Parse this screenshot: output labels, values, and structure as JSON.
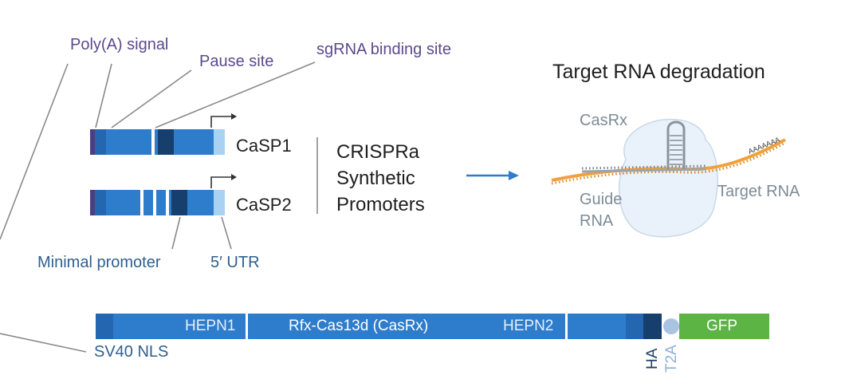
{
  "labels": {
    "polya": "Poly(A) signal",
    "pause": "Pause site",
    "sgrna_site": "sgRNA binding site",
    "minimal_promoter": "Minimal promoter",
    "utr": "5′ UTR",
    "casp1": "CaSP1",
    "casp2": "CaSP2",
    "crispra_line1": "CRISPRa",
    "crispra_line2": "Synthetic",
    "crispra_line3": "Promoters",
    "target_title": "Target RNA degradation",
    "casrx": "CasRx",
    "guide_line1": "Guide",
    "guide_line2": "RNA",
    "target_rna": "Target RNA",
    "polya_tail": "AAAAAAA"
  },
  "construct": {
    "hepn1": "HEPN1",
    "name": "Rfx-Cas13d (CasRx)",
    "hepn2": "HEPN2",
    "gfp": "GFP",
    "ha": "HA",
    "t2a": "T2A",
    "nls": "SV40 NLS"
  },
  "colors": {
    "bar_blue": "#2e7ccc",
    "bar_light": "#a9d2f2",
    "bar_dark": "#163f6e",
    "bar_mid": "#1f5fa3",
    "purple": "#4b3e86",
    "gfp_green": "#5cb444",
    "rna_orange": "#f0a13c",
    "leader_grey": "#8a8a8a"
  }
}
